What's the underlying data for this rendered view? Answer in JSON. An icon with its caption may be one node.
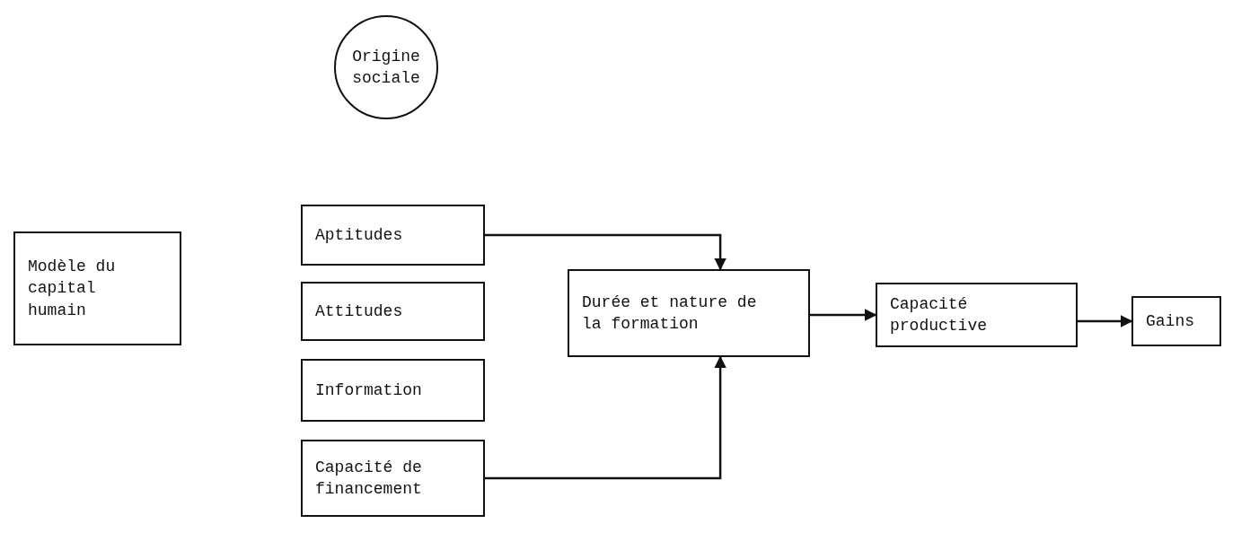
{
  "diagram": {
    "nodes": [
      {
        "text": [
          "Origine sociale"
        ]
      },
      {
        "text": [
          "Modèle du capital humain"
        ]
      },
      {
        "text": [
          "Aptitudes"
        ]
      },
      {
        "text": [
          "Attitudes"
        ]
      },
      {
        "text": [
          "Information"
        ]
      },
      {
        "text": [
          "Capacité de financement"
        ]
      },
      {
        "text": [
          "Durée et nature de la formation"
        ]
      },
      {
        "text": [
          "Capacité productive"
        ]
      },
      {
        "text": [
          "Gains"
        ]
      }
    ],
    "edges": [
      {
        "from": 2,
        "to": 6,
        "arrow": "to"
      },
      {
        "from": 5,
        "to": 6,
        "arrow": "to"
      },
      {
        "from": 6,
        "to": 7,
        "arrow": "to"
      },
      {
        "from": 7,
        "to": 8,
        "arrow": "to"
      }
    ]
  }
}
